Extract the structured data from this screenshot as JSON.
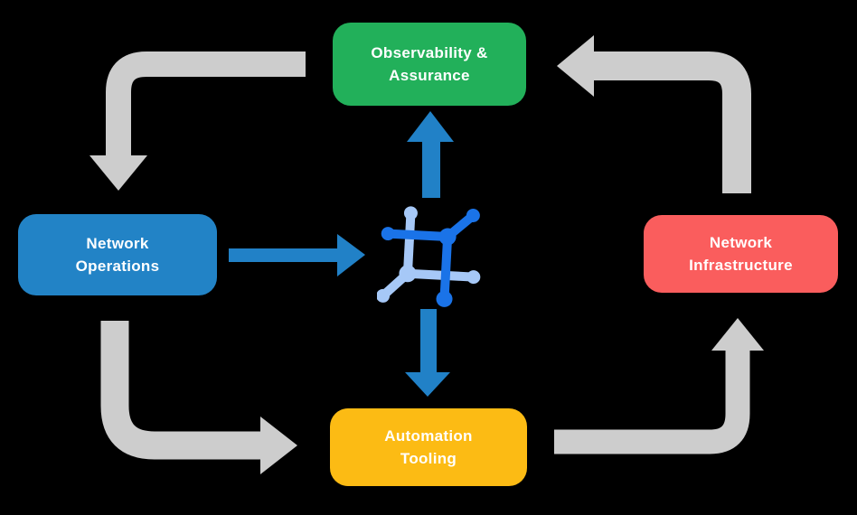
{
  "diagram_title": "network automation lifecycle",
  "nodes": {
    "observability": {
      "line1": "Observability &",
      "line2": "Assurance",
      "color": "#22b05a"
    },
    "operations": {
      "line1": "Network",
      "line2": "Operations",
      "color": "#2283c6"
    },
    "infrastructure": {
      "line1": "Network",
      "line2": "Infrastructure",
      "color": "#fa5d5d"
    },
    "tooling": {
      "line1": "Automation",
      "line2": "Tooling",
      "color": "#fcbb14"
    }
  },
  "colors": {
    "background": "#000000",
    "arrow_gray": "#cdcdcd",
    "arrow_blue": "#2181c7",
    "icon_dark": "#1a73e8",
    "icon_light": "#a6c8f7",
    "text": "#ffffff"
  },
  "arrows": {
    "gray": [
      {
        "name": "observability-to-operations",
        "from": "observability",
        "to": "operations"
      },
      {
        "name": "infrastructure-to-observability",
        "from": "infrastructure",
        "to": "observability"
      },
      {
        "name": "operations-to-tooling",
        "from": "operations",
        "to": "tooling"
      },
      {
        "name": "tooling-to-infrastructure",
        "from": "tooling",
        "to": "infrastructure"
      }
    ],
    "blue": [
      {
        "name": "operations-to-platform",
        "from": "operations",
        "to": "center-icon"
      },
      {
        "name": "platform-to-observability",
        "from": "center-icon",
        "to": "observability"
      },
      {
        "name": "platform-to-tooling",
        "from": "center-icon",
        "to": "tooling"
      }
    ]
  },
  "icon": {
    "name": "network-mesh-icon"
  }
}
